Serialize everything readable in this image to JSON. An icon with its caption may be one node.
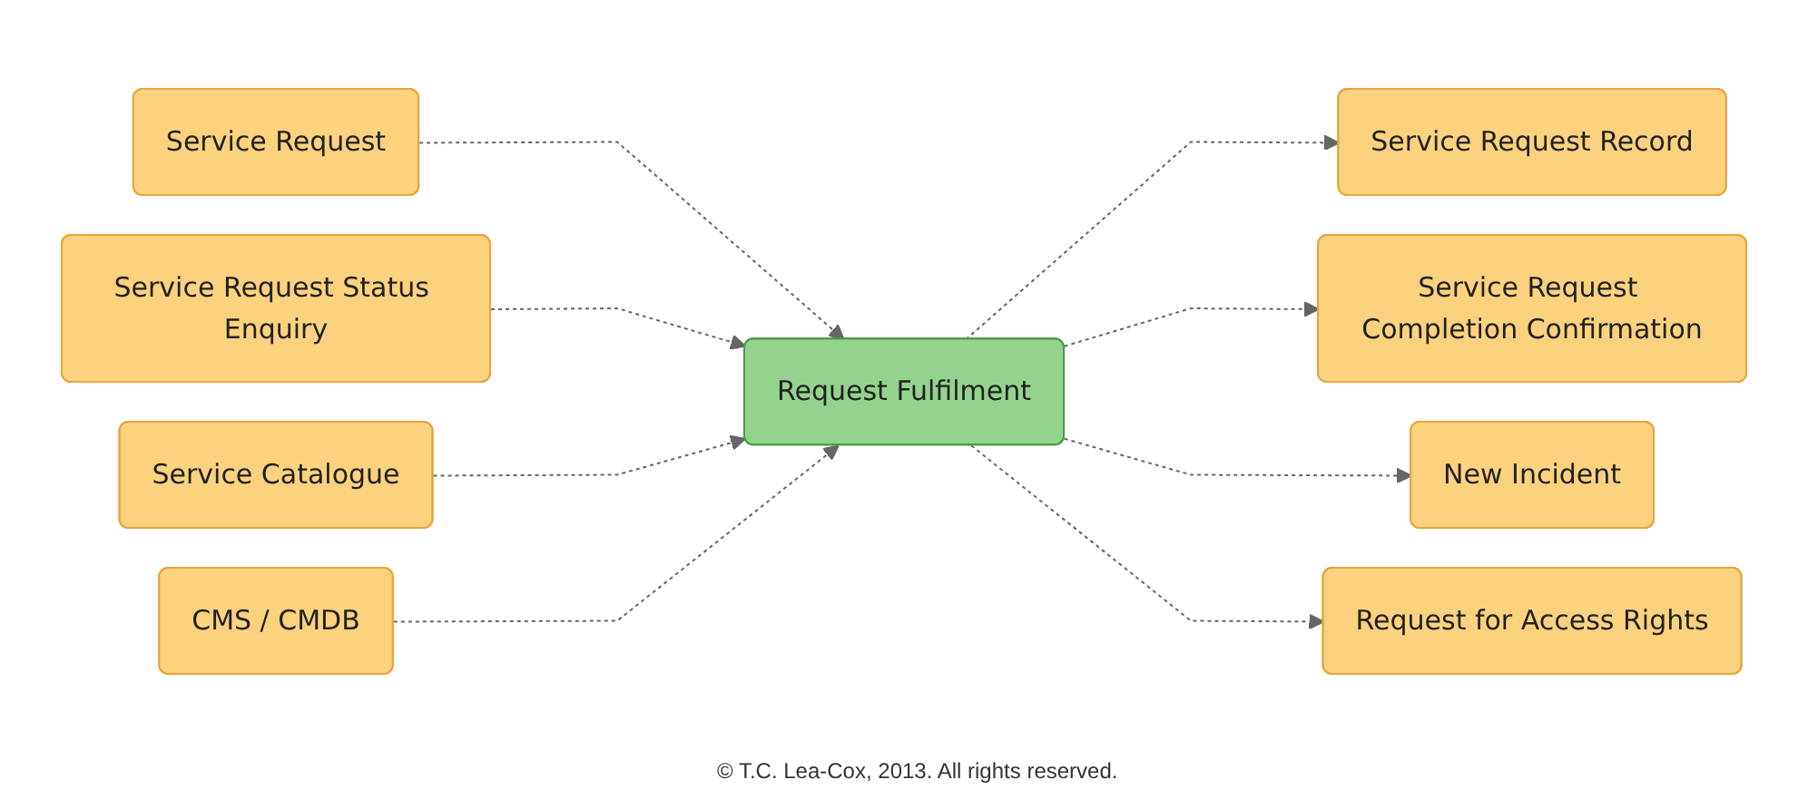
{
  "diagram": {
    "nodes": [
      {
        "text": [
          "Service Request"
        ]
      },
      {
        "text": [
          "Service Request Status Enquiry"
        ]
      },
      {
        "text": [
          "Service Catalogue"
        ]
      },
      {
        "text": [
          "CMS / CMDB"
        ]
      },
      {
        "text": [
          "Request Fulfilment"
        ]
      },
      {
        "text": [
          "Service Request Record"
        ]
      },
      {
        "text": [
          "Service Request Completion Confirmation"
        ]
      },
      {
        "text": [
          "New Incident"
        ]
      },
      {
        "text": [
          "Request for Access Rights"
        ]
      }
    ],
    "edges": [
      {
        "from": 0,
        "to": 4,
        "arrow": "to",
        "style": "dashed"
      },
      {
        "from": 1,
        "to": 4,
        "arrow": "to",
        "style": "dashed"
      },
      {
        "from": 2,
        "to": 4,
        "arrow": "to",
        "style": "dashed"
      },
      {
        "from": 3,
        "to": 4,
        "arrow": "to",
        "style": "dashed"
      },
      {
        "from": 4,
        "to": 5,
        "arrow": "to",
        "style": "dashed"
      },
      {
        "from": 4,
        "to": 6,
        "arrow": "to",
        "style": "dashed"
      },
      {
        "from": 4,
        "to": 7,
        "arrow": "to",
        "style": "dashed"
      },
      {
        "from": 4,
        "to": 8,
        "arrow": "to",
        "style": "dashed"
      }
    ],
    "labels": [
      "© T.C. Lea-Cox, 2013. All rights reserved."
    ]
  }
}
